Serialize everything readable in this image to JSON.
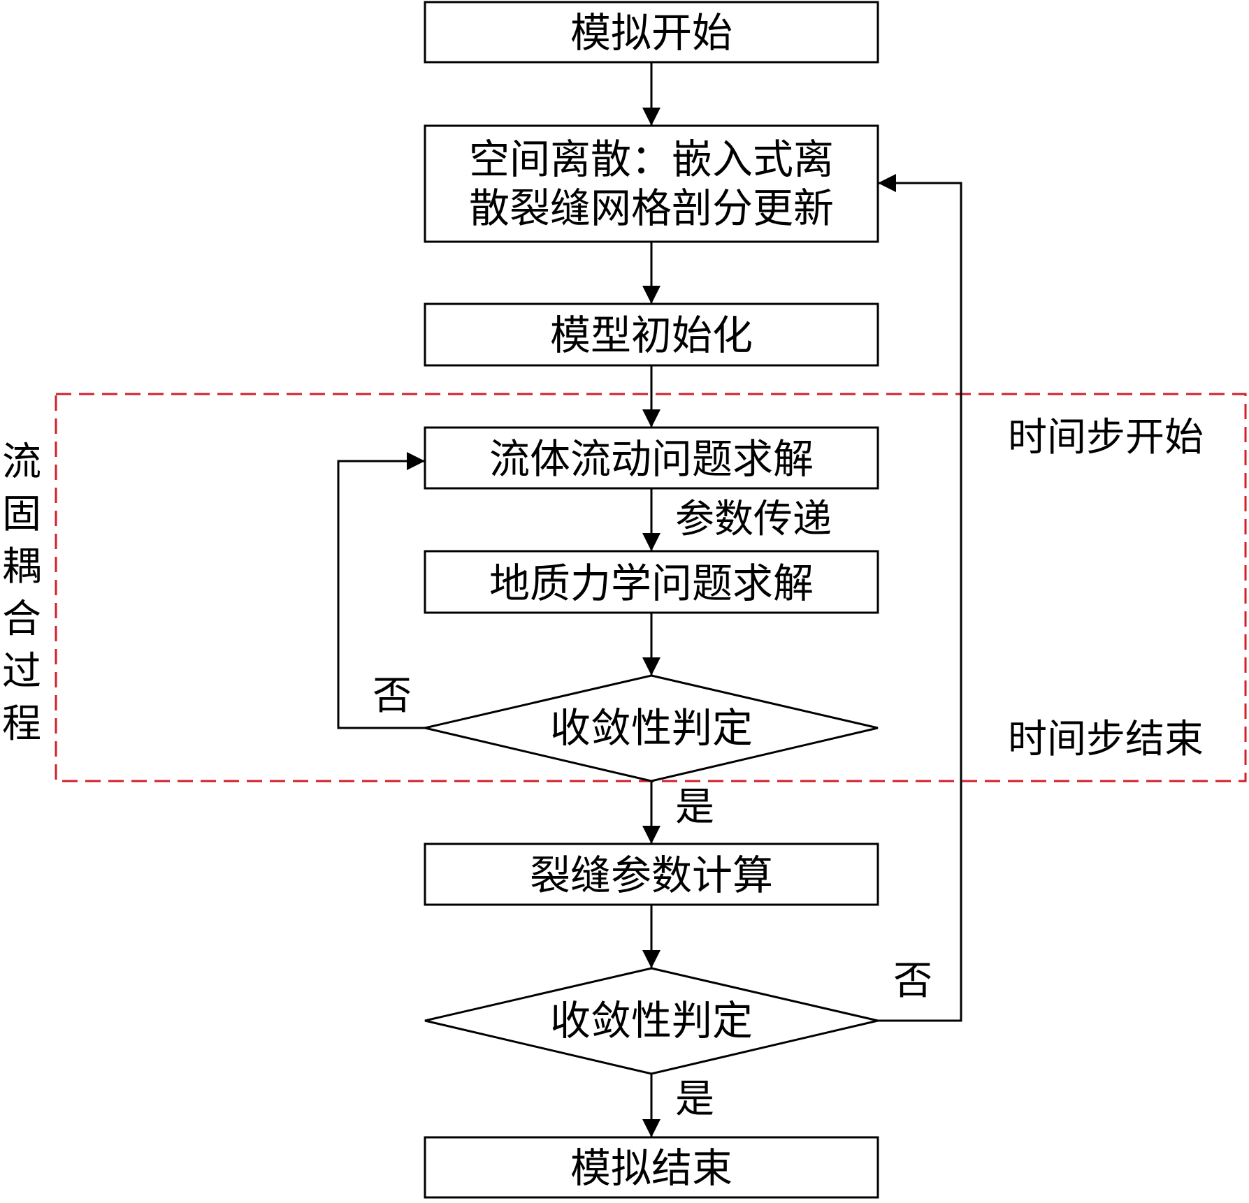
{
  "nodes": {
    "start": "模拟开始",
    "spatial_line1": "空间离散：嵌入式离",
    "spatial_line2": "散裂缝网格剖分更新",
    "init": "模型初始化",
    "fluid": "流体流动问题求解",
    "geo": "地质力学问题求解",
    "conv1": "收敛性判定",
    "fracture": "裂缝参数计算",
    "conv2": "收敛性判定",
    "end": "模拟结束"
  },
  "edge_labels": {
    "param_transfer": "参数传递",
    "no_inner": "否",
    "yes_inner": "是",
    "no_outer": "否",
    "yes_outer": "是"
  },
  "side_labels": {
    "coupling": [
      "流",
      "固",
      "耦",
      "合",
      "过",
      "程"
    ],
    "timestep_start": "时间步开始",
    "timestep_end": "时间步结束"
  },
  "colors": {
    "stroke": "#000000",
    "coupling_box": "#d0202a"
  }
}
